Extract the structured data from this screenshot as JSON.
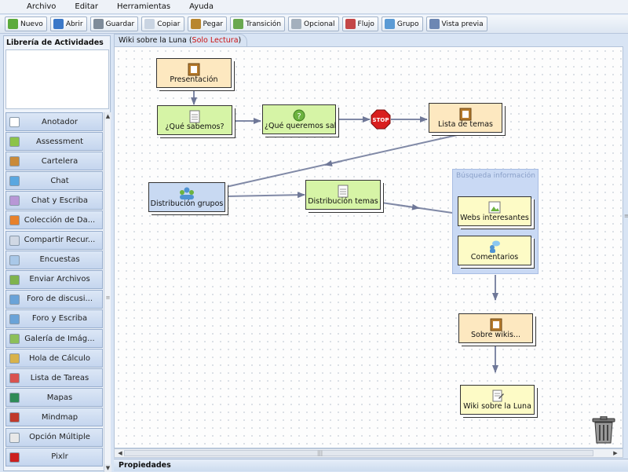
{
  "menubar": [
    "Archivo",
    "Editar",
    "Herramientas",
    "Ayuda"
  ],
  "toolbar": [
    {
      "label": "Nuevo",
      "icon": "new-icon",
      "color": "#5cab3c"
    },
    {
      "label": "Abrir",
      "icon": "open-folder-icon",
      "color": "#3b78c8"
    },
    {
      "label": "Guardar",
      "icon": "save-icon",
      "color": "#7f8c9a"
    },
    {
      "label": "Copiar",
      "icon": "copy-icon",
      "color": "#c9d4e2"
    },
    {
      "label": "Pegar",
      "icon": "paste-icon",
      "color": "#b8862f"
    },
    {
      "label": "Transición",
      "icon": "transition-icon",
      "color": "#6aa84f"
    },
    {
      "label": "Opcional",
      "icon": "optional-icon",
      "color": "#a4b0bd"
    },
    {
      "label": "Flujo",
      "icon": "flow-icon",
      "color": "#c44747"
    },
    {
      "label": "Grupo",
      "icon": "group-icon",
      "color": "#5b9bd5"
    },
    {
      "label": "Vista previa",
      "icon": "preview-icon",
      "color": "#6d87b3"
    }
  ],
  "sidebar": {
    "title": "Librería de Actividades",
    "items": [
      {
        "label": "Anotador",
        "icon": "notebook-icon",
        "color": "#ffffff"
      },
      {
        "label": "Assessment",
        "icon": "assessment-icon",
        "color": "#8cc34a"
      },
      {
        "label": "Cartelera",
        "icon": "noticeboard-icon",
        "color": "#c98a3a"
      },
      {
        "label": "Chat",
        "icon": "chat-bubble-icon",
        "color": "#5aa7e0"
      },
      {
        "label": "Chat y Escriba",
        "icon": "chat-scribe-icon",
        "color": "#b897d6"
      },
      {
        "label": "Colección de Da...",
        "icon": "database-icon",
        "color": "#e7812c"
      },
      {
        "label": "Compartir Recur...",
        "icon": "share-resources-icon",
        "color": "#d0d8e4"
      },
      {
        "label": "Encuestas",
        "icon": "survey-icon",
        "color": "#a9c8e8"
      },
      {
        "label": "Enviar Archivos",
        "icon": "send-files-icon",
        "color": "#7fb34d"
      },
      {
        "label": "Foro de discusi...",
        "icon": "forum-icon",
        "color": "#6aa3d8"
      },
      {
        "label": "Foro y Escriba",
        "icon": "forum-scribe-icon",
        "color": "#6aa3d8"
      },
      {
        "label": "Galería de Imág...",
        "icon": "image-gallery-icon",
        "color": "#8cbf5a"
      },
      {
        "label": "Hola de Cálculo",
        "icon": "spreadsheet-icon",
        "color": "#d8b24a"
      },
      {
        "label": "Lista de Tareas",
        "icon": "task-list-icon",
        "color": "#d9534f"
      },
      {
        "label": "Mapas",
        "icon": "globe-icon",
        "color": "#2e8b57"
      },
      {
        "label": "Mindmap",
        "icon": "mindmap-icon",
        "color": "#c0392b"
      },
      {
        "label": "Opción Múltiple",
        "icon": "multiple-choice-icon",
        "color": "#e8e8e8"
      },
      {
        "label": "Pixlr",
        "icon": "pixlr-icon",
        "color": "#cc1f1f"
      }
    ]
  },
  "canvas": {
    "tab_title": "Wiki sobre la Luna",
    "tab_status": "Solo Lectura",
    "nodes": {
      "presentacion": "Presentación",
      "que_sabemos": "¿Qué sabemos?",
      "que_queremos": "¿Qué queremos saber?",
      "lista_temas": "Lista de temas",
      "distribucion_grupos": "Distribución grupos",
      "distribucion_temas": "Distribución temas",
      "webs_interesantes": "Webs interesantes",
      "comentarios": "Comentarios",
      "sobre_wikis": "Sobre wikis...",
      "wiki_luna": "Wiki sobre la Luna"
    },
    "group_title": "Búsqueda información",
    "stop_label": "STOP"
  },
  "properties_label": "Propiedades"
}
